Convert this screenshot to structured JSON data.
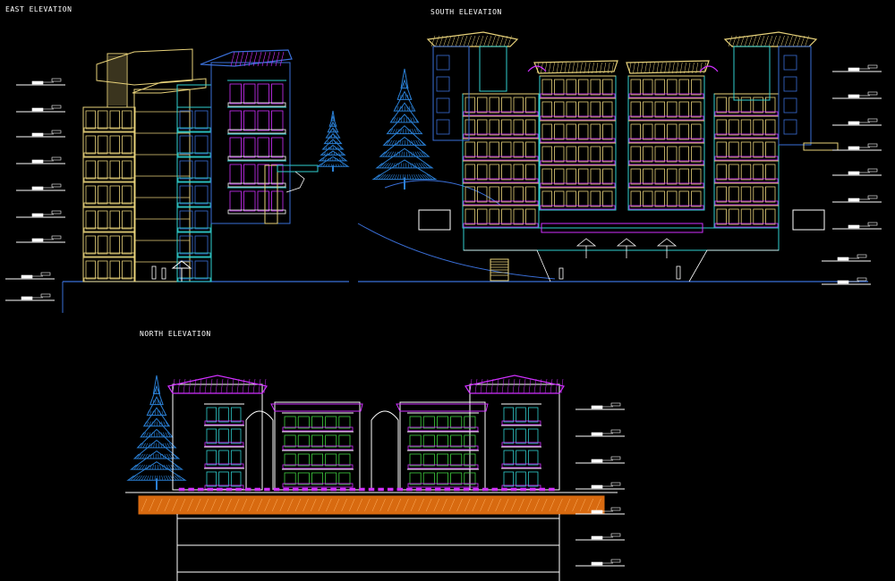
{
  "titles": {
    "east": "EAST  ELEVATION",
    "south": "SOUTH ELEVATION",
    "north": "NORTH ELEVATION"
  },
  "colors": {
    "background": "#000000",
    "yellow": "#e8d27a",
    "cyan": "#30d0d0",
    "blue": "#3a6fd8",
    "magenta": "#d030ff",
    "white": "#ffffff",
    "tree": "#2a7fd4",
    "soil": "#d86a10",
    "green": "#40d040"
  }
}
